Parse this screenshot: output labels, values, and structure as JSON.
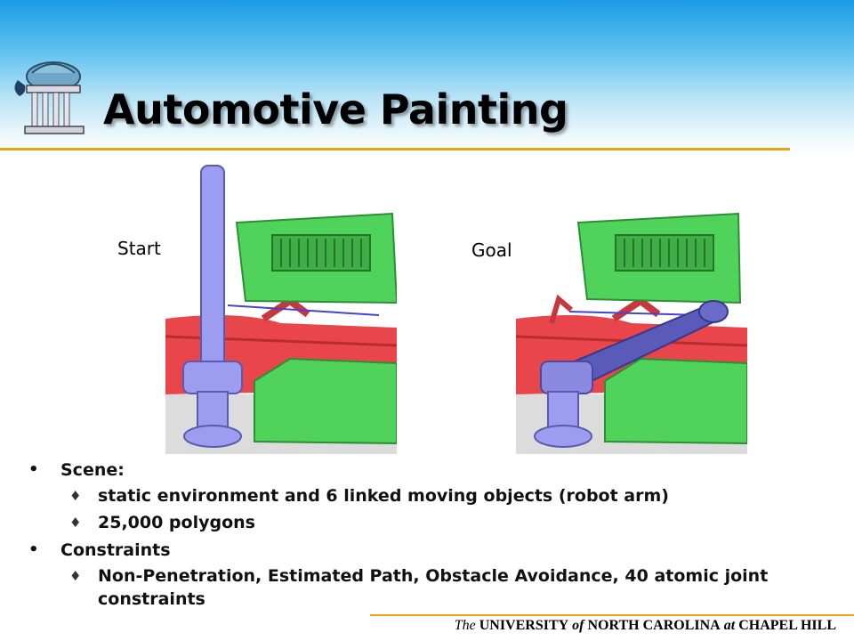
{
  "title": "Automotive Painting",
  "captions": {
    "start": "Start",
    "goal": "Goal"
  },
  "bullets": [
    {
      "label": "Scene:",
      "subitems": [
        "static environment and 6 linked moving objects (robot arm)",
        "25,000 polygons"
      ]
    },
    {
      "label": "Constraints",
      "subitems": [
        "Non-Penetration, Estimated Path, Obstacle Avoidance, 40 atomic joint constraints"
      ]
    }
  ],
  "footer": {
    "the": "The",
    "university": "UNIVERSITY",
    "of": "of",
    "north_carolina": "NORTH CAROLINA",
    "at": "at",
    "chapel_hill": "CHAPEL HILL"
  },
  "colors": {
    "accent_rule": "#e8a317",
    "header_sky": "#1b9be6",
    "robot": "#9c9cf0",
    "car_body": "#e8464a",
    "green_parts": "#4fd35a"
  }
}
